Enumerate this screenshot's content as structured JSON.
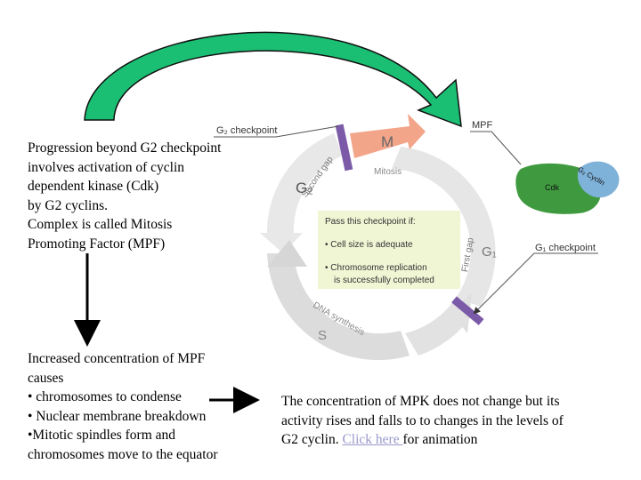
{
  "left_top_text": [
    "Progression beyond G2 checkpoint",
    "involves activation of cyclin",
    "dependent kinase (Cdk)",
    "by G2 cyclins.",
    "Complex is called Mitosis",
    "Promoting Factor (MPF)"
  ],
  "left_bottom_text": [
    "Increased concentration of MPF",
    "causes",
    "• chromosomes to condense",
    "• Nuclear membrane breakdown",
    "•Mitotic spindles form and",
    "chromosomes move to the equator"
  ],
  "right_bottom_text": {
    "line1": "The concentration of MPK does not change  but its",
    "line2": "activity  rises and falls to to changes in the levels of",
    "line3_before": "G2 cyclin. ",
    "link": "Click here ",
    "line3_after": "for animation"
  },
  "diagram": {
    "g2_checkpoint": "G₂ checkpoint",
    "mpf": "MPF",
    "m": "M",
    "mitosis": "Mitosis",
    "g2": "G₂",
    "second_gap": "Second gap",
    "g1": "G₁",
    "first_gap": "First gap",
    "s": "S",
    "dna_synthesis": "DNA synthesis",
    "cdk": "Cdk",
    "g2_cyclin": "G₂ Cyclin",
    "g1_checkpoint": "G₁ checkpoint",
    "checkpoint_box": {
      "title": "Pass this checkpoint if:",
      "bullet1": "• Cell size is adequate",
      "bullet2a": "• Chromosome replication",
      "bullet2b": "is successfully completed"
    }
  },
  "colors": {
    "big_arrow_fill": "#1bbf73",
    "cycle_ring": "#e3e3e3",
    "m_arrow": "#f3a58a",
    "checkpoint_box": "#f0f5d4",
    "checkpoint_bar": "#7b5aa8",
    "cdk_fill": "#3f9a3f",
    "cyclin_fill": "#7fb2d9",
    "link": "#9999cc"
  }
}
